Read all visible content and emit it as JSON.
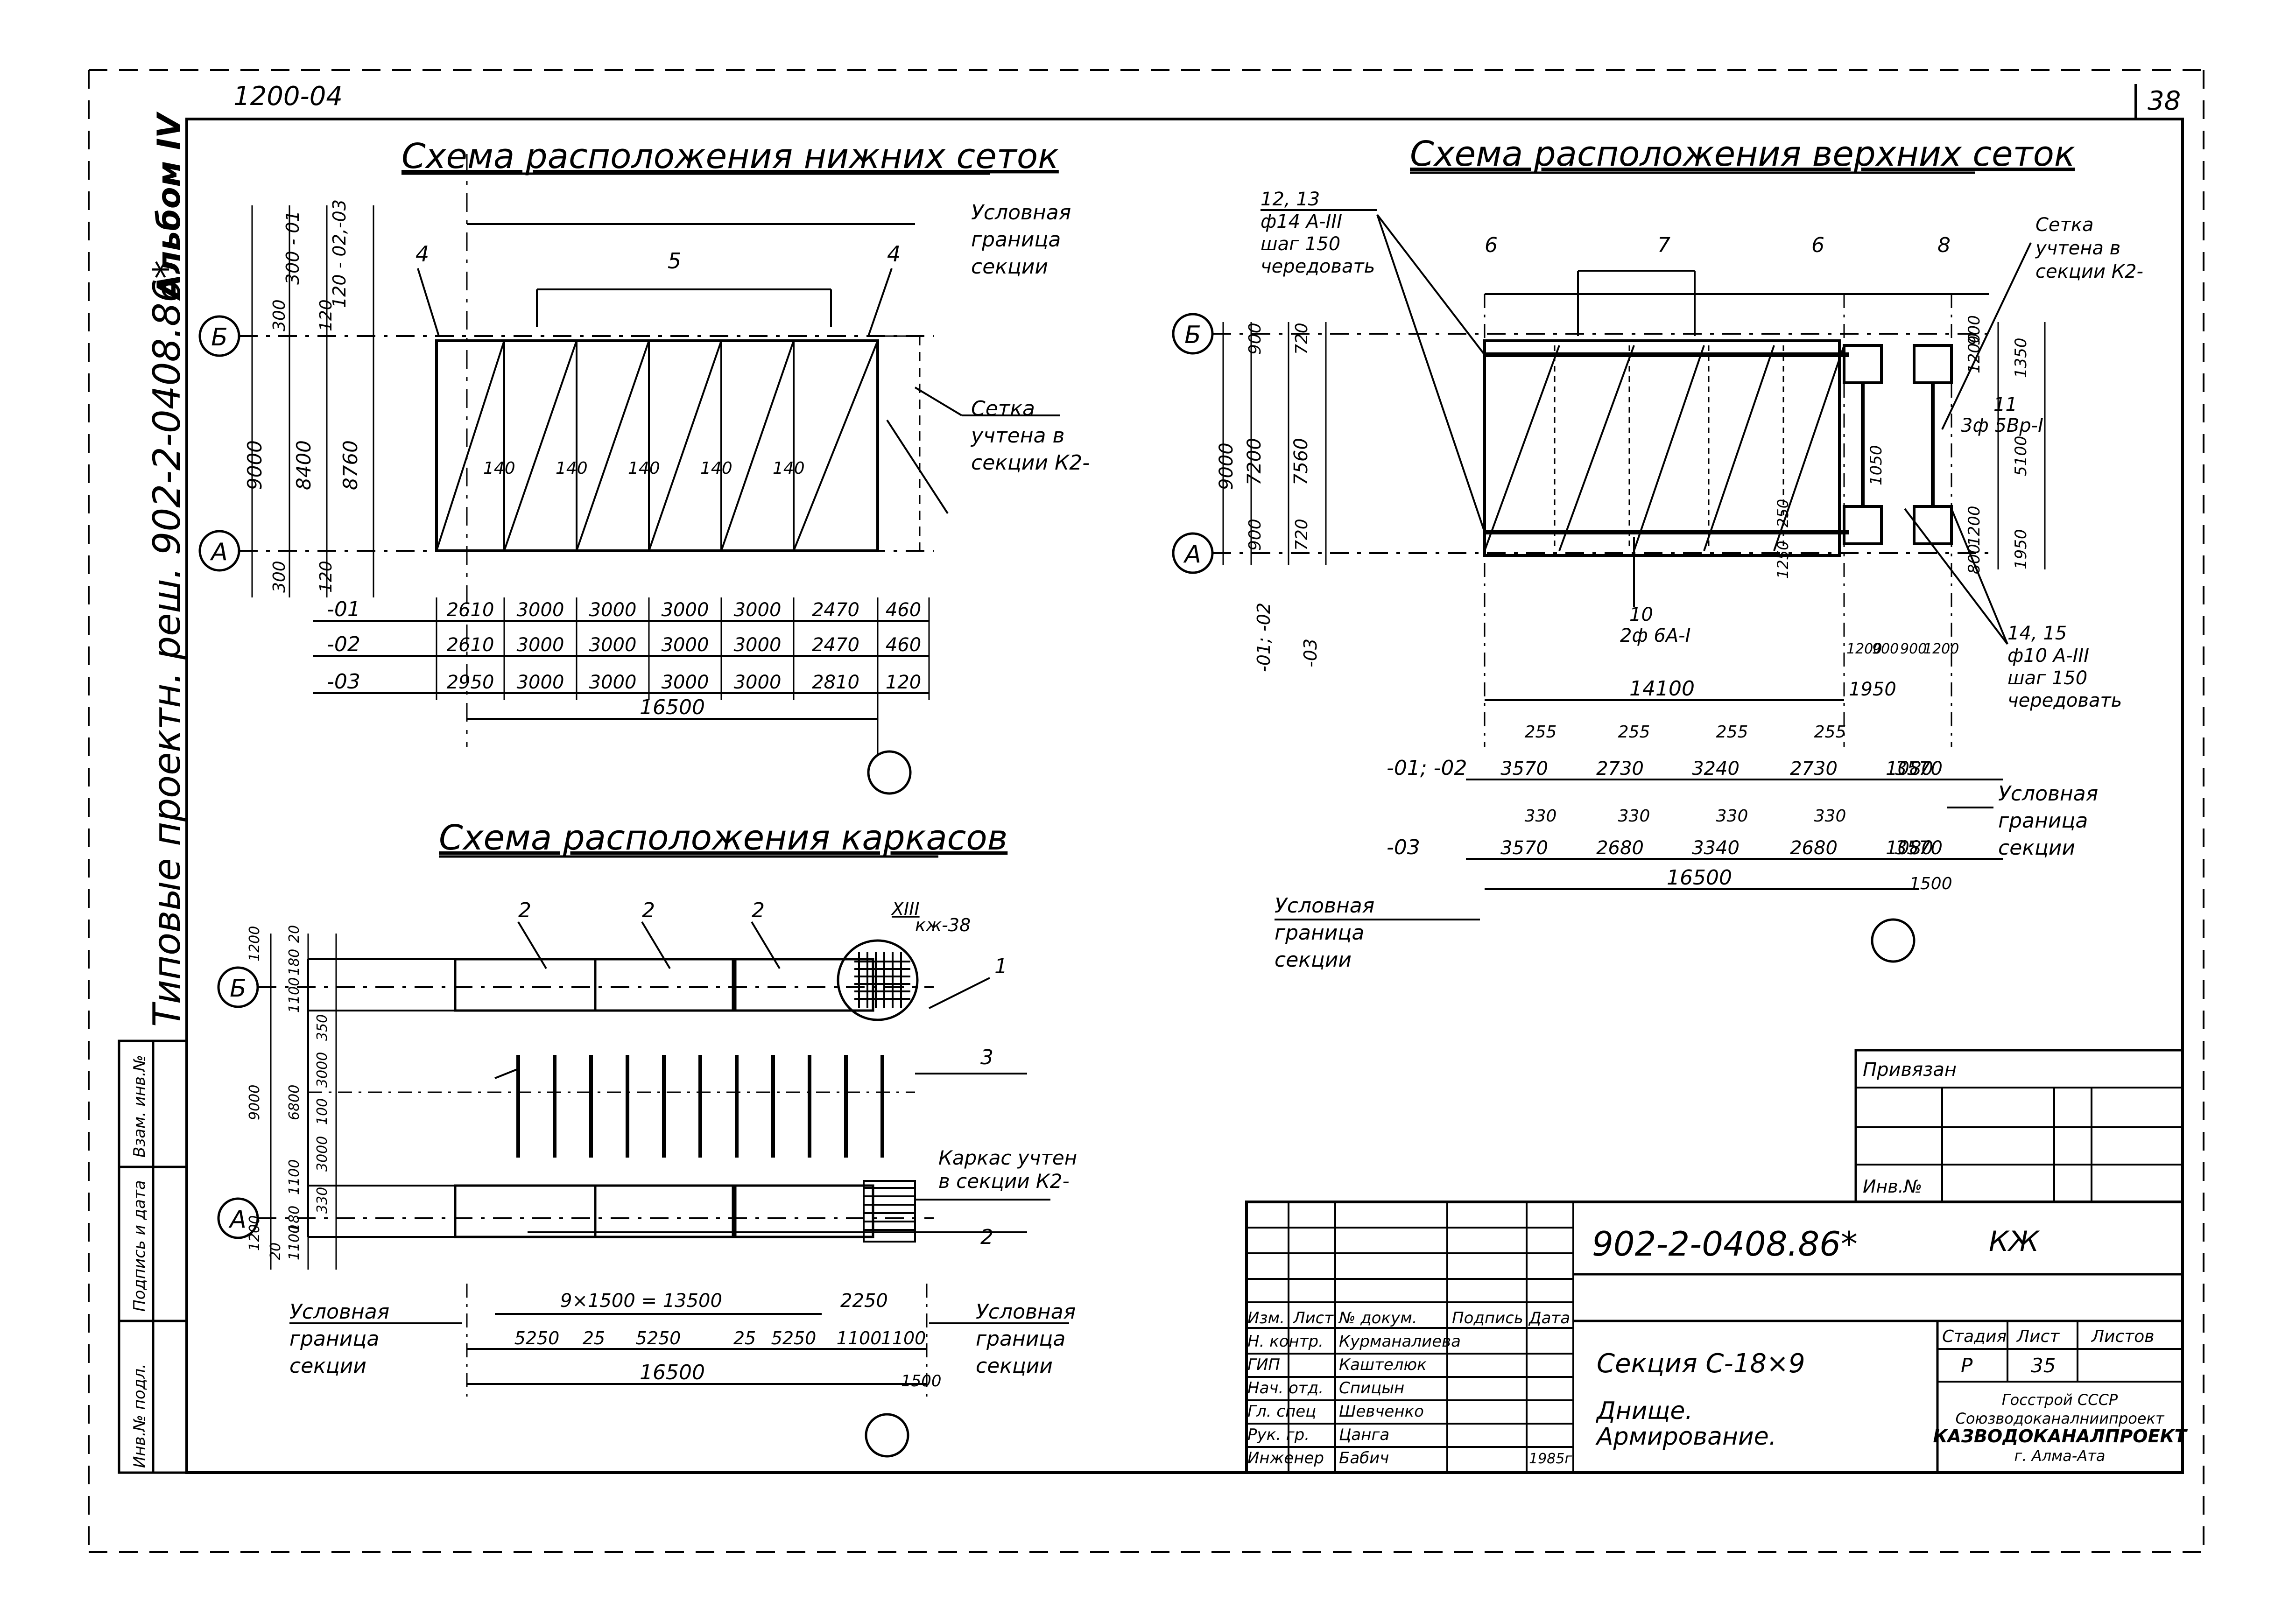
{
  "header": {
    "doc_ref": "1200-04",
    "sheet_no": "38"
  },
  "side_margin": {
    "album": "Альбом IV",
    "series": "Типовые проектн. реш. 902-2-0408.86*"
  },
  "margin_stamp": {
    "inv_orig": "Инв.№ подл.",
    "sign_date": "Подпись и дата",
    "inv_repl": "Взам. инв.№"
  },
  "lower_mesh": {
    "title": "Схема расположения нижних сеток",
    "axis_b": "Б",
    "axis_a": "А",
    "marks": [
      "4",
      "5",
      "4"
    ],
    "boundary": [
      "Условная",
      "граница",
      "секции"
    ],
    "note": [
      "Сетка",
      "учтена в",
      "секции К2-"
    ],
    "left_dims": [
      "9000",
      "8400",
      "8760",
      "300",
      "300",
      "120",
      "120"
    ],
    "top_dims": [
      "300 - 01",
      "120 - 02,-03"
    ],
    "overlaps": [
      "140",
      "140",
      "140",
      "140",
      "140"
    ],
    "rows": [
      {
        "label": "-01",
        "values": [
          "2610",
          "3000",
          "3000",
          "3000",
          "3000",
          "2470",
          "460"
        ]
      },
      {
        "label": "-02",
        "values": [
          "2610",
          "3000",
          "3000",
          "3000",
          "3000",
          "2470",
          "460"
        ]
      },
      {
        "label": "-03",
        "values": [
          "2950",
          "3000",
          "3000",
          "3000",
          "3000",
          "2810",
          "120"
        ]
      }
    ],
    "total": "16500"
  },
  "upper_mesh": {
    "title": "Схема расположения верхних сеток",
    "axis_b": "Б",
    "axis_a": "А",
    "callout_1": [
      "12, 13",
      "ф14 А-III",
      "шаг 150",
      "чередовать"
    ],
    "marks": [
      "6",
      "7",
      "6",
      "8"
    ],
    "note": [
      "Сетка",
      "учтена в",
      "секции К2-"
    ],
    "mark_11": [
      "11",
      "3ф 5Вр-I"
    ],
    "mark_10": [
      "10",
      "2ф 6А-I"
    ],
    "callout_2": [
      "14, 15",
      "ф10 А-III",
      "шаг 150",
      "чередовать"
    ],
    "left_dims": [
      "9000",
      "900",
      "7200",
      "900",
      "720",
      "7560",
      "720"
    ],
    "vert_labels": [
      "-01; -02",
      "-03"
    ],
    "right_dims": [
      "1200",
      "900",
      "1350",
      "5100",
      "1050",
      "1200",
      "800",
      "1950"
    ],
    "inner_dims": [
      "250",
      "1250"
    ],
    "small_dims": [
      "1200",
      "900",
      "900",
      "1200"
    ],
    "span_14100": "14100",
    "dim_1950": "1950",
    "row_01_02": {
      "label": "-01; -02",
      "laps": [
        "255",
        "255",
        "255",
        "255"
      ],
      "values": [
        "3570",
        "2730",
        "3240",
        "2730",
        "3570",
        "1080"
      ]
    },
    "row_03": {
      "label": "-03",
      "laps": [
        "330",
        "330",
        "330",
        "330"
      ],
      "values": [
        "3570",
        "2680",
        "3340",
        "2680",
        "3570",
        "1080"
      ]
    },
    "total": "16500",
    "dim_1500": "1500",
    "boundary_left": [
      "Условная",
      "граница",
      "секции"
    ],
    "boundary_right": [
      "Условная",
      "граница",
      "секции"
    ]
  },
  "frames": {
    "title": "Схема расположения каркасов",
    "axis_b": "Б",
    "axis_a": "А",
    "marks": [
      "2",
      "2",
      "2",
      "1",
      "3",
      "2"
    ],
    "node": [
      "XIII",
      "кж-38"
    ],
    "left_dims": [
      "1200",
      "20",
      "180",
      "1100",
      "350",
      "9000",
      "6800",
      "3000",
      "100",
      "3000",
      "1100",
      "330",
      "1200",
      "20",
      "1100",
      "180"
    ],
    "note": [
      "Каркас учтен",
      "в секции К2-"
    ],
    "dim_top": "9×1500 = 13500",
    "dim_2250": "2250",
    "row": [
      "5250",
      "25",
      "5250",
      "25",
      "5250",
      "1100",
      "1100"
    ],
    "total": "16500",
    "dim_1500": "1500",
    "boundary_left": [
      "Условная",
      "граница",
      "секции"
    ],
    "boundary_right": [
      "Условная",
      "граница",
      "секции"
    ]
  },
  "title_block": {
    "privyazan": "Привязан",
    "inv": "Инв.№",
    "code": "902-2-0408.86*",
    "mark": "КЖ",
    "cols": [
      "Изм.",
      "Лист",
      "№ докум.",
      "Подпись",
      "Дата"
    ],
    "people": [
      {
        "role": "Н. контр.",
        "name": "Курманалиева"
      },
      {
        "role": "ГИП",
        "name": "Каштелюк"
      },
      {
        "role": "Нач. отд.",
        "name": "Спицын"
      },
      {
        "role": "Гл. спец",
        "name": "Шевченко"
      },
      {
        "role": "Рук. гр.",
        "name": "Цанга"
      },
      {
        "role": "Инженер",
        "name": "Бабич",
        "date": "1985г"
      }
    ],
    "section": "Секция С-18×9",
    "subject": [
      "Днище.",
      "Армирование."
    ],
    "stage_h": "Стадия",
    "sheet_h": "Лист",
    "sheets_h": "Листов",
    "stage": "Р",
    "sheet": "35",
    "org": [
      "Госстрой СССР",
      "Союзводоканалниипроект",
      "КАЗВОДОКАНАЛПРОЕКТ",
      "г. Алма-Ата"
    ]
  }
}
